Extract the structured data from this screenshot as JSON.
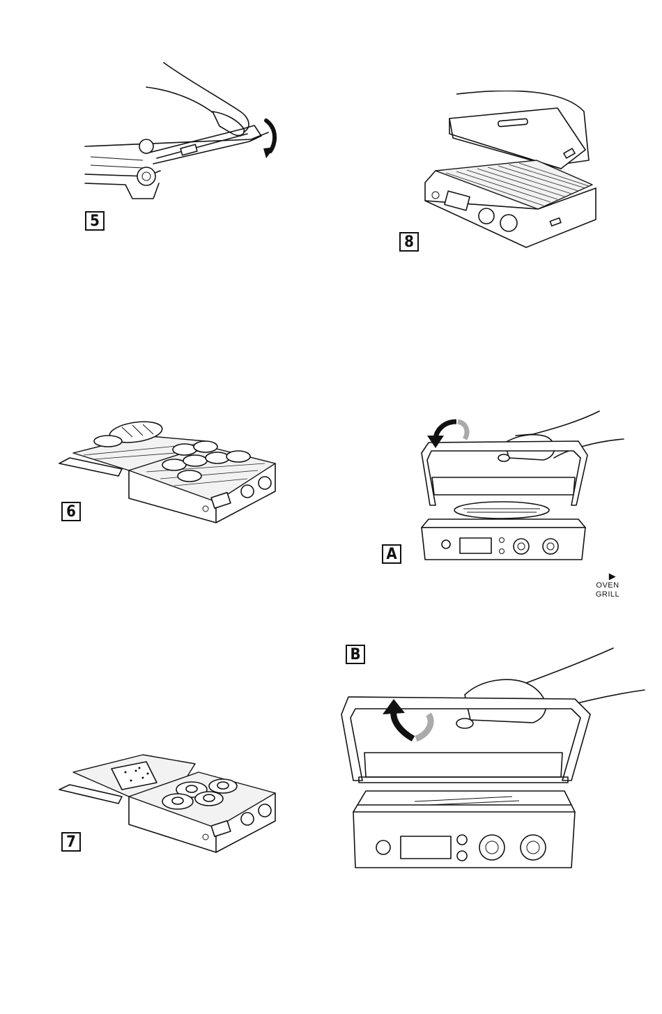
{
  "figures": [
    {
      "id": "fig5",
      "label": "5"
    },
    {
      "id": "fig6",
      "label": "6"
    },
    {
      "id": "fig7",
      "label": "7"
    },
    {
      "id": "fig8",
      "label": "8"
    },
    {
      "id": "figA",
      "label": "A"
    },
    {
      "id": "figB",
      "label": "B"
    }
  ],
  "mode_indicator": {
    "line1": "OVEN",
    "line2": "GRILL",
    "icon": "play-triangle-icon"
  }
}
